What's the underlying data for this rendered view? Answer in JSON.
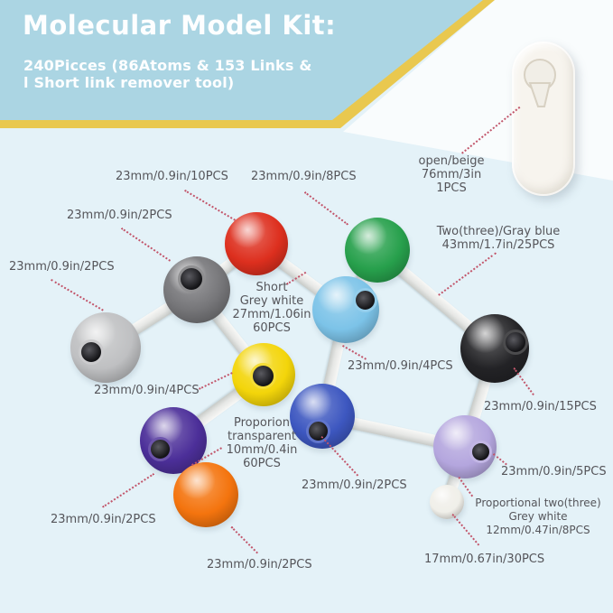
{
  "header": {
    "title": "Molecular Model Kit:",
    "subtitle_line1": "240Picces (86Atoms & 153 Links &",
    "subtitle_line2": "l Short link remover tool)"
  },
  "palette": {
    "page_bg": "#e4f2f8",
    "banner_blue": "#abd5e3",
    "stripe_yellow": "#e9c84f",
    "corner_white": "#f9fcfd",
    "title_text": "#fdfeff",
    "label_text": "#55555a",
    "leader_line": "#c2566b",
    "link_stick": "#e6e7e5",
    "tool_body": "#f7f4ee",
    "tool_cut": "#f1eee7",
    "tool_edge": "#d8d1c3"
  },
  "atoms": [
    {
      "id": "red",
      "name": "red-atom",
      "color": "#dd2f1e"
    },
    {
      "id": "darkgray",
      "name": "dark-gray-atom",
      "color": "#767679"
    },
    {
      "id": "lightgray",
      "name": "light-gray-atom",
      "color": "#bfc0c2"
    },
    {
      "id": "green",
      "name": "green-atom",
      "color": "#27a04c"
    },
    {
      "id": "cyan",
      "name": "light-blue-atom",
      "color": "#7cc3e8"
    },
    {
      "id": "yellow",
      "name": "yellow-atom",
      "color": "#f3d50a"
    },
    {
      "id": "black",
      "name": "black-atom",
      "color": "#232326"
    },
    {
      "id": "indigo",
      "name": "royal-blue-atom",
      "color": "#3d57c0"
    },
    {
      "id": "purple",
      "name": "purple-atom",
      "color": "#4c2f99"
    },
    {
      "id": "orange",
      "name": "orange-atom",
      "color": "#f4740e"
    },
    {
      "id": "lavender",
      "name": "lavender-atom",
      "color": "#b4a6de"
    },
    {
      "id": "white",
      "name": "white-atom",
      "color": "#f0efe9"
    }
  ],
  "tool": {
    "name": "short-link-remover-tool"
  },
  "labels": [
    {
      "id": "red",
      "lines": [
        "23mm/0.9in/10PCS"
      ]
    },
    {
      "id": "green",
      "lines": [
        "23mm/0.9in/8PCS"
      ]
    },
    {
      "id": "tool",
      "lines": [
        "open/beige",
        "76mm/3in",
        "1PCS"
      ]
    },
    {
      "id": "darkgray",
      "lines": [
        "23mm/0.9in/2PCS"
      ]
    },
    {
      "id": "lightgray",
      "lines": [
        "23mm/0.9in/2PCS"
      ]
    },
    {
      "id": "twothree",
      "lines": [
        "Two(three)/Gray blue",
        "43mm/1.7in/25PCS"
      ]
    },
    {
      "id": "shortgrey",
      "lines": [
        "Short",
        "Grey white",
        "27mm/1.06in",
        "60PCS"
      ]
    },
    {
      "id": "yellow",
      "lines": [
        "23mm/0.9in/4PCS"
      ]
    },
    {
      "id": "cyan",
      "lines": [
        "23mm/0.9in/4PCS"
      ]
    },
    {
      "id": "black",
      "lines": [
        "23mm/0.9in/15PCS"
      ]
    },
    {
      "id": "lavender",
      "lines": [
        "23mm/0.9in/5PCS"
      ]
    },
    {
      "id": "indigo",
      "lines": [
        "23mm/0.9in/2PCS"
      ]
    },
    {
      "id": "transparent",
      "lines": [
        "Proporion",
        "transparent",
        "10mm/0.4in",
        "60PCS"
      ]
    },
    {
      "id": "purple",
      "lines": [
        "23mm/0.9in/2PCS"
      ]
    },
    {
      "id": "orange",
      "lines": [
        "23mm/0.9in/2PCS"
      ]
    },
    {
      "id": "proportional",
      "lines": [
        "Proportional two(three)",
        "Grey white",
        "12mm/0.47in/8PCS"
      ]
    },
    {
      "id": "white",
      "lines": [
        "17mm/0.67in/30PCS"
      ]
    }
  ]
}
